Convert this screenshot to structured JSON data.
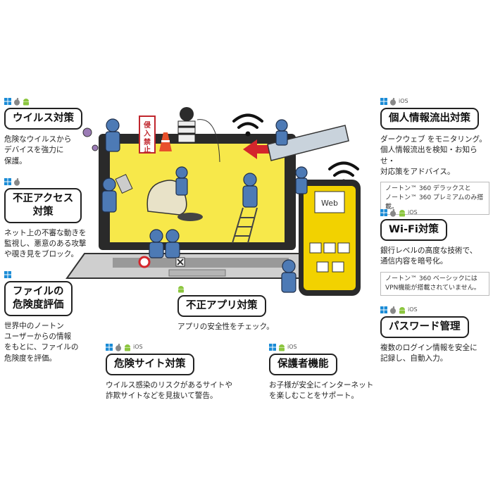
{
  "platforms": {
    "ios_label": "iOS"
  },
  "features": {
    "virus": {
      "title": "ウイルス対策",
      "desc": [
        "危険なウイルスから",
        "デバイスを強力に",
        "保護。"
      ],
      "os": [
        "windows",
        "apple",
        "android"
      ]
    },
    "access": {
      "title": [
        "不正アクセス",
        "対策"
      ],
      "desc": [
        "ネット上の不審な動きを",
        "監視し、悪意のある攻撃",
        "や覗き見をブロック。"
      ],
      "os": [
        "windows",
        "apple"
      ]
    },
    "file": {
      "title": [
        "ファイルの",
        "危険度評価"
      ],
      "desc": [
        "世界中のノートン",
        "ユーザーからの情報",
        "をもとに、ファイルの",
        "危険度を評価。"
      ],
      "os": [
        "windows"
      ]
    },
    "danger_site": {
      "title": "危険サイト対策",
      "desc": [
        "ウイルス感染のリスクがあるサイトや",
        "詐欺サイトなどを見抜いて警告。"
      ],
      "os": [
        "windows",
        "apple",
        "android",
        "ios"
      ]
    },
    "app": {
      "title": "不正アプリ対策",
      "desc": [
        "アプリの安全性をチェック。"
      ],
      "os": [
        "android"
      ]
    },
    "parental": {
      "title": "保護者機能",
      "desc": [
        "お子様が安全にインターネット",
        "を楽しむことをサポート。"
      ],
      "os": [
        "windows",
        "android",
        "ios"
      ]
    },
    "privacy": {
      "title": "個人情報流出対策",
      "desc": [
        "ダークウェブ をモニタリング。",
        "個人情報流出を検知・お知らせ・",
        "対応策をアドバイス。"
      ],
      "note": [
        "ノートン™ 360 デラックスと",
        "ノートン™ 360 プレミアムのみ搭載。"
      ],
      "os": [
        "windows",
        "apple",
        "ios"
      ]
    },
    "wifi": {
      "title": "Wi-Fi対策",
      "desc": [
        "銀行レベルの高度な技術で、",
        "通信内容を暗号化。"
      ],
      "note": [
        "ノートン™ 360 ベーシックには",
        "VPN機能が搭載されていません。"
      ],
      "os": [
        "windows",
        "apple",
        "android",
        "ios"
      ]
    },
    "password": {
      "title": "パスワード管理",
      "desc": [
        "複数のログイン情報を安全に",
        "記録し、自動入力。"
      ],
      "os": [
        "windows",
        "apple",
        "android",
        "ios"
      ]
    }
  },
  "illustration": {
    "sign_text": "侵入禁止",
    "phone_web_text": "Web",
    "colors": {
      "screen": "#f7e84a",
      "worker": "#4d7ab5",
      "frame": "#2a2a2a",
      "laptop_body": "#cfcfcf",
      "phone": "#f2d200"
    }
  }
}
